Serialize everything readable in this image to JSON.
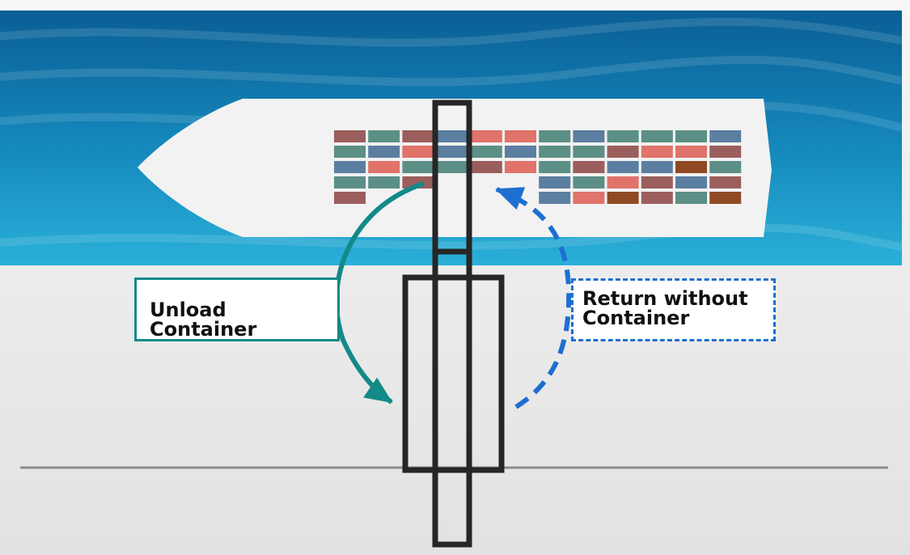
{
  "labels": {
    "unload": "Unload Container",
    "return_line1": "Return without",
    "return_line2": "Container"
  },
  "colors": {
    "sea_dark": "#0a5f95",
    "sea_light": "#2ab0d8",
    "ship_hull": "#f2f2f2",
    "crane_frame": "#262626",
    "unload_arrow": "#138a88",
    "return_arrow": "#1d6fd0",
    "ground_line": "#8c8c8c",
    "container_colors": [
      "#9a5e5c",
      "#5c8f86",
      "#5b7fa0",
      "#e0736a",
      "#904a23"
    ]
  },
  "icons": {
    "unload_arrow": "curved-solid-arrow",
    "return_arrow": "curved-dashed-arrow"
  },
  "containers": {
    "rows": [
      [
        "a",
        "b",
        "a",
        "c",
        "d",
        "d",
        "b",
        "c",
        "b",
        "b",
        "b",
        "c"
      ],
      [
        "b",
        "c",
        "d",
        "c",
        "b",
        "c",
        "b",
        "b",
        "a",
        "d",
        "d",
        "a"
      ],
      [
        "c",
        "d",
        "b",
        "b",
        "a",
        "d",
        "b",
        "a",
        "c",
        "c",
        "e",
        "b"
      ],
      [
        "b",
        "b",
        "a",
        "",
        "",
        "",
        "c",
        "b",
        "d",
        "a",
        "c",
        "a"
      ],
      [
        "a",
        "",
        "",
        "",
        "",
        "",
        "c",
        "d",
        "e",
        "a",
        "b",
        "e"
      ]
    ]
  }
}
